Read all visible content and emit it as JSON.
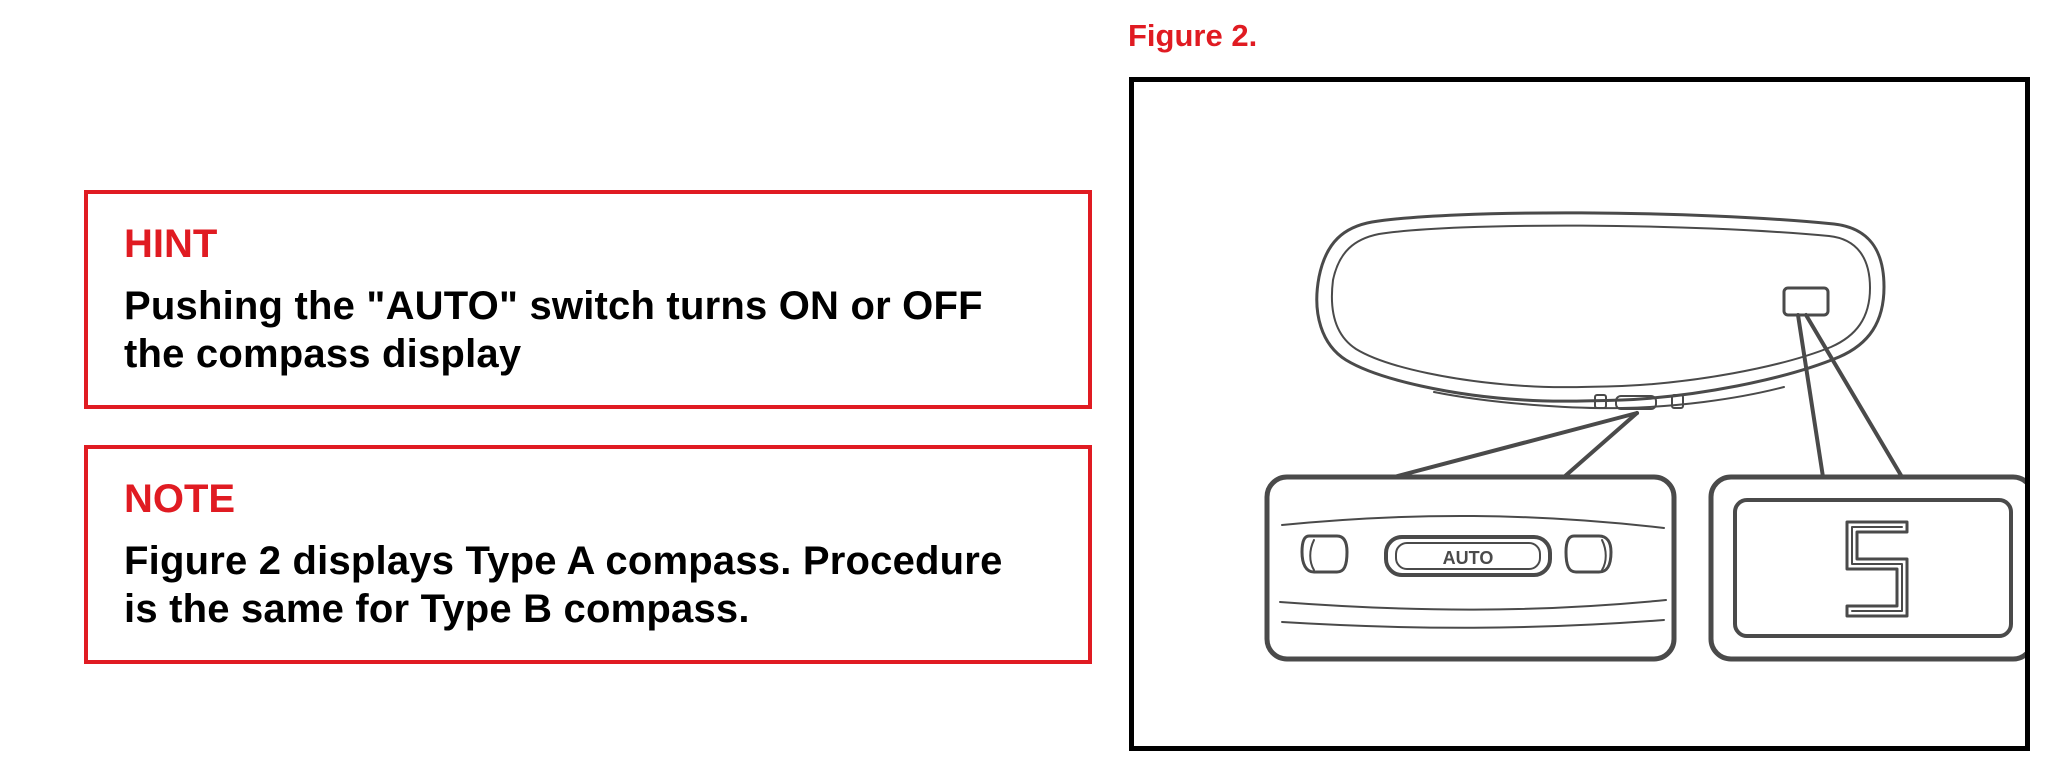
{
  "hint": {
    "heading": "HINT",
    "lines": [
      "Pushing the \"AUTO\" switch turns ON or OFF",
      "the compass display"
    ]
  },
  "note": {
    "heading": "NOTE",
    "lines": [
      "Figure 2 displays Type A compass. Procedure",
      "is the same for Type B compass."
    ]
  },
  "figure": {
    "caption": "Figure 2.",
    "switch_label": "AUTO",
    "display_reading": "S"
  },
  "colors": {
    "accent": "#e01b22",
    "text": "#000000",
    "line_art": "#4a4a4a"
  }
}
